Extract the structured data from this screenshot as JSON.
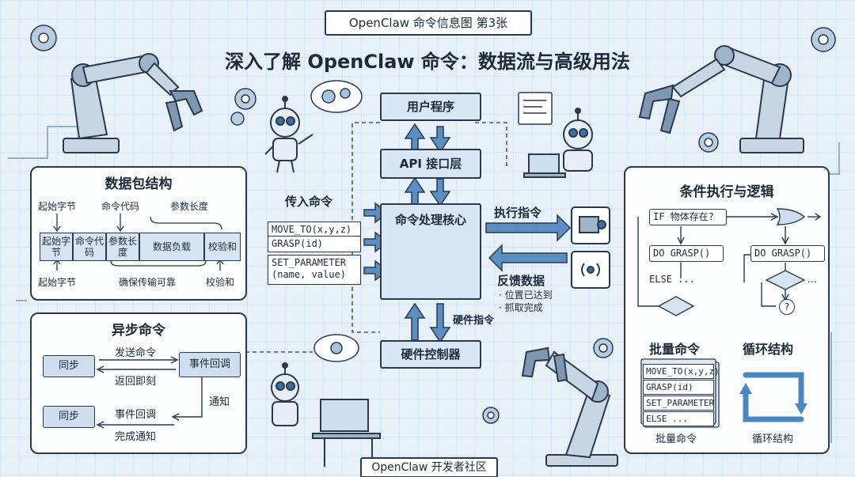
{
  "header": {
    "badge": "OpenClaw 命令信息图 第3张",
    "title": "深入了解 OpenClaw 命令：数据流与高级用法"
  },
  "packet": {
    "title": "数据包结构",
    "top_labels": [
      "起始字节",
      "命令代码",
      "参数长度"
    ],
    "cells": [
      "起始字节",
      "命令代码",
      "参数长度",
      "数据负载",
      "校验和"
    ],
    "bottom_labels": [
      "起始字节",
      "确保传输可靠",
      "校验和"
    ]
  },
  "async": {
    "title": "异步命令",
    "sync_1": "同步",
    "sync_2": "同步",
    "event": "事件回调",
    "send": "发送命令",
    "return": "返回即刻",
    "notify": "通知",
    "event_cb": "事件回调",
    "done": "完成通知"
  },
  "flow": {
    "user_program": "用户程序",
    "api_layer": "API 接口层",
    "core": "命令处理核心",
    "hardware": "硬件控制器",
    "incoming_label": "传入命令",
    "incoming": [
      "MOVE_TO(x,y,z)",
      "GRASP(id)",
      "SET_PARAMETER (name, value)"
    ],
    "execute": "执行指令",
    "feedback_title": "反馈数据",
    "feedback_items": [
      "· 位置已达到",
      "· 抓取完成"
    ],
    "hw_cmd": "硬件指令"
  },
  "logic": {
    "title": "条件执行与逻辑",
    "if_label": "IF 物体存在?",
    "do_1": "DO GRASP()",
    "else": "ELSE ...",
    "do_2": "DO GRASP()",
    "dots": "...",
    "q": "?",
    "batch_title": "批量命令",
    "loop_title": "循环结构",
    "batch_items": [
      "MOVE_TO(x,y,z)",
      "GRASP(id)",
      "SET_PARAMETER",
      "ELSE ..."
    ],
    "batch_caption": "批量命令",
    "loop_caption": "循环结构"
  },
  "footer": "OpenClaw 开发者社区",
  "colors": {
    "accent": "#5b8fc4",
    "ink": "#2a3a4c",
    "paper": "#fbfdff"
  }
}
